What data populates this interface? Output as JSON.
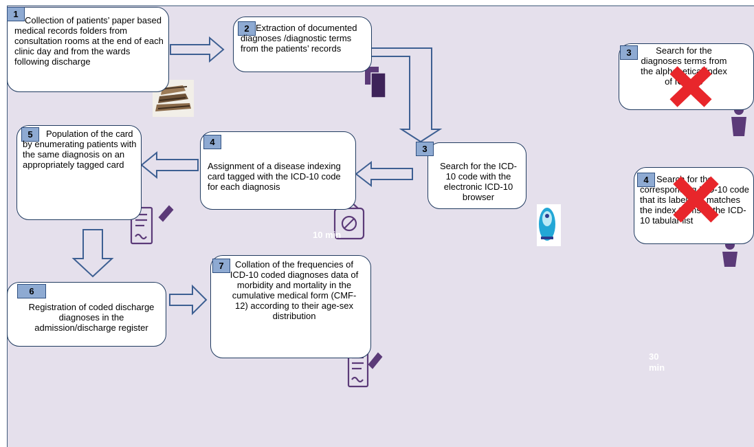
{
  "steps": [
    {
      "num": "1",
      "text": "Collection of patients’ paper based medical records folders from consultation rooms at the end of each clinic day and from the wards following discharge"
    },
    {
      "num": "2",
      "text": "Extraction of documented diagnoses /diagnostic terms from the patients’ records"
    },
    {
      "num": "3",
      "text": "Search for the ICD-10 code with the electronic ICD-10 browser"
    },
    {
      "num": "4",
      "text": "Assignment of a disease indexing card tagged with the ICD-10 code for each diagnosis"
    },
    {
      "num": "5",
      "text": "Population of the card by enumerating patients with the same diagnosis on an appropriately tagged card"
    },
    {
      "num": "6",
      "text": "Registration of coded discharge diagnoses in the admission/discharge register"
    },
    {
      "num": "7",
      "text": "Collation of the frequencies of ICD-10 coded diagnoses data of morbidity and mortality in the cumulative medical form (CMF-12) according to their age-sex distribution"
    }
  ],
  "obsolete_steps": [
    {
      "num": "3",
      "text": "Search for the diagnoses terms from the alphabetical index of ICD-10"
    },
    {
      "num": "4",
      "text": "Search for the corresponding ICD-10 code that its label/title matches the index terms in the ICD-10 tabular list"
    }
  ],
  "time_labels": {
    "ten": "10 min",
    "thirty": "30 min"
  },
  "colors": {
    "background": "#e5e0ec",
    "box_border": "#1f3a5f",
    "badge": "#8eaad2",
    "arrow": "#3d5f92",
    "icon": "#5b3a78",
    "cross": "#e8262b"
  },
  "icons": [
    "paper-stack-icon",
    "documents-icon",
    "signed-form-icon",
    "no-entry-sign-icon",
    "icd-browser-icon",
    "frustrated-person-icon",
    "cross-mark-icon"
  ]
}
